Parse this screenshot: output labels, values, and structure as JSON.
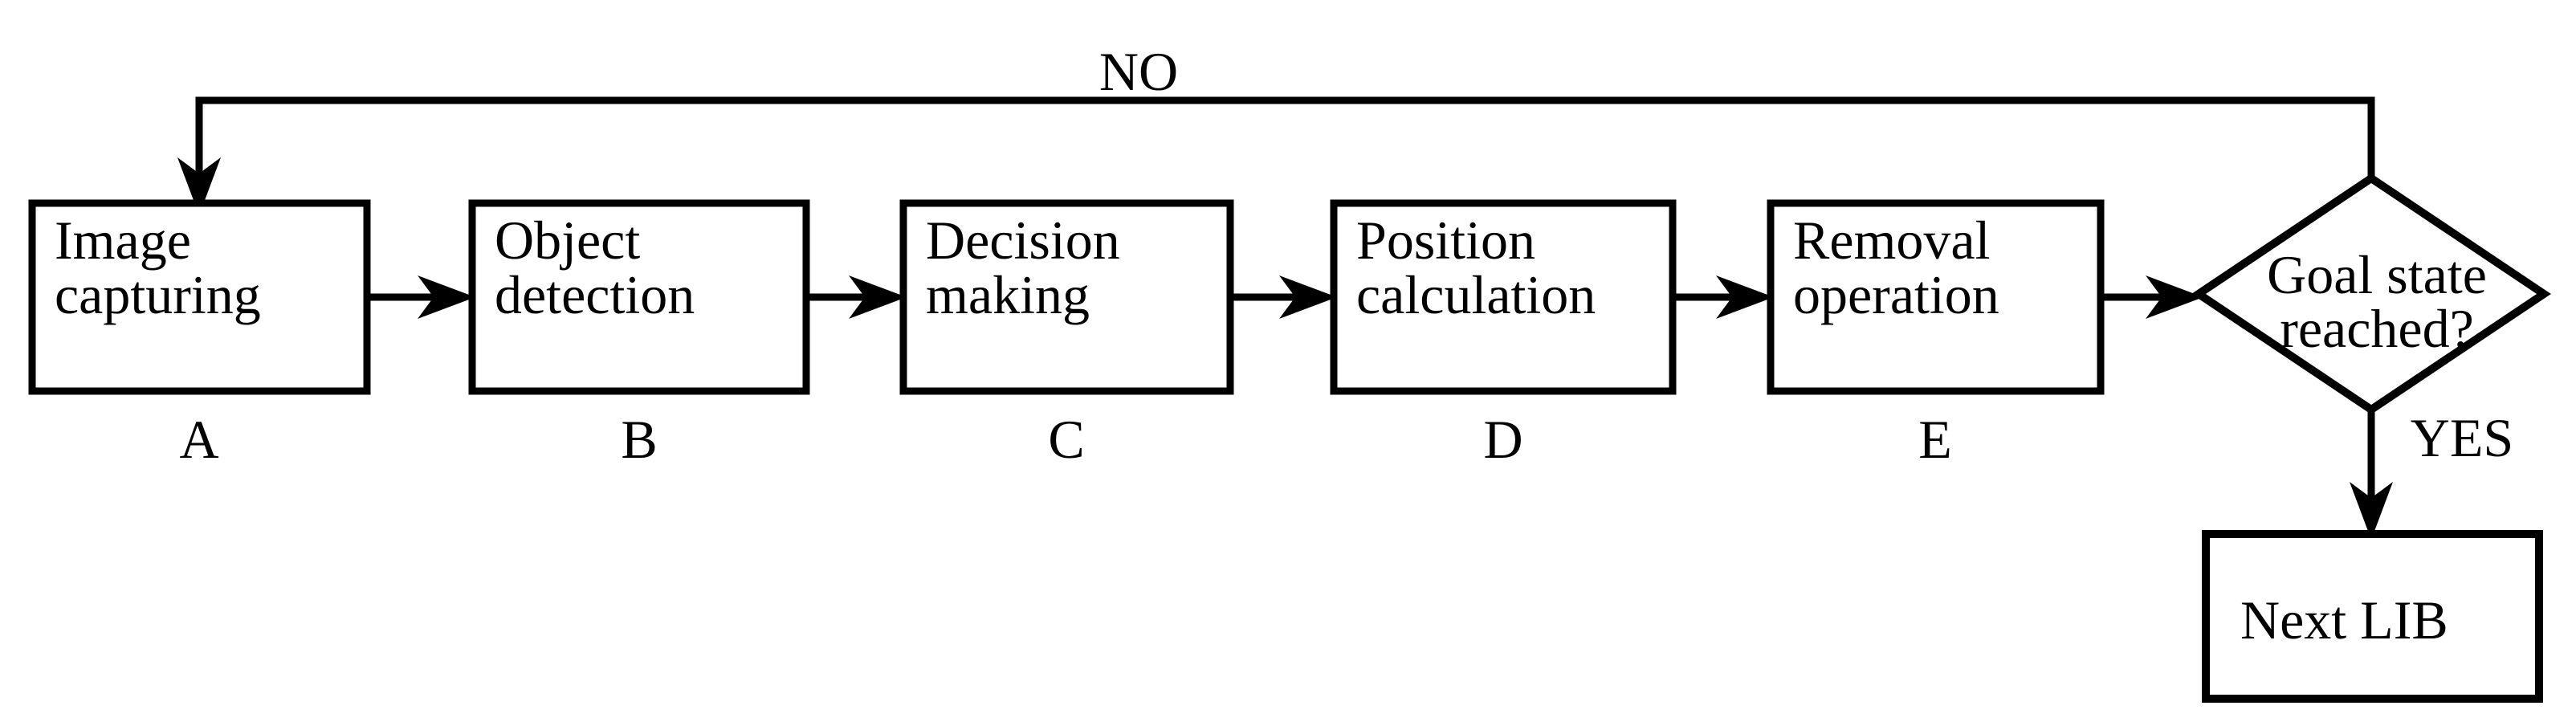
{
  "diagram": {
    "background": "#ffffff",
    "line_color": "#000000",
    "feedback_label": "NO",
    "yes_label": "YES",
    "boxes": [
      {
        "line1": "Image",
        "line2": "capturing",
        "letter": "A"
      },
      {
        "line1": "Object",
        "line2": "detection",
        "letter": "B"
      },
      {
        "line1": "Decision",
        "line2": "making",
        "letter": "C"
      },
      {
        "line1": "Position",
        "line2": "calculation",
        "letter": "D"
      },
      {
        "line1": "Removal",
        "line2": "operation",
        "letter": "E"
      }
    ],
    "decision": {
      "line1": "Goal state",
      "line2": "reached?"
    },
    "result_box": {
      "label": "Next LIB"
    }
  }
}
